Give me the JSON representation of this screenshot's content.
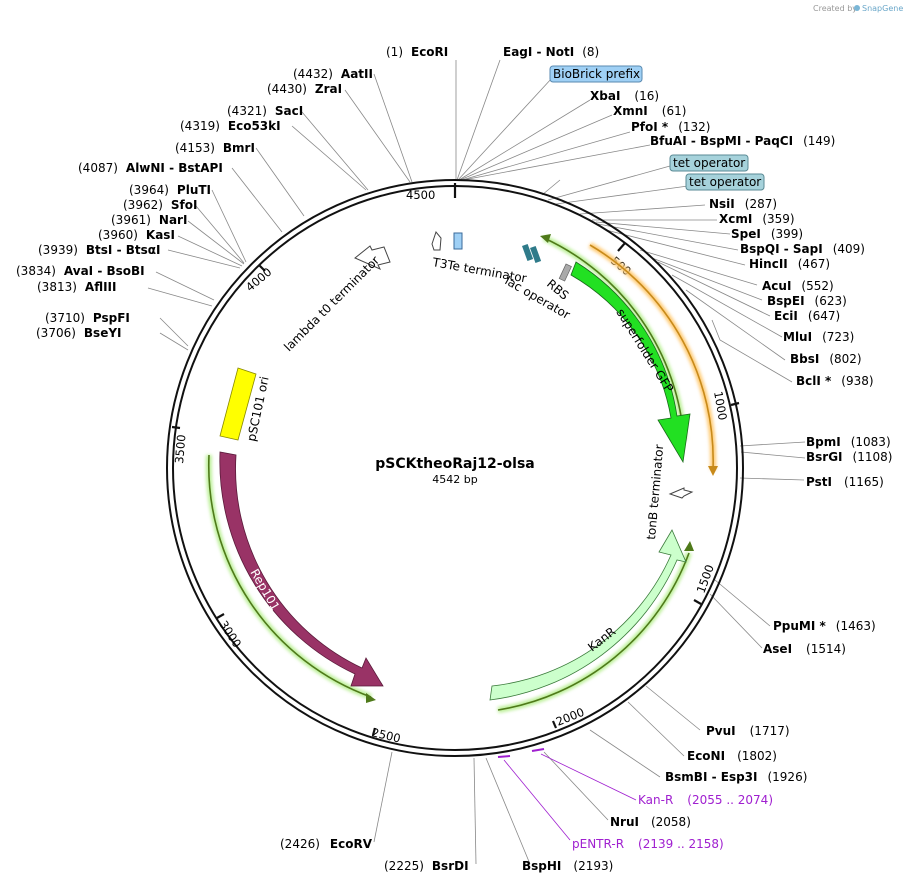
{
  "credit": {
    "prefix": "Created by",
    "brand": "SnapGene"
  },
  "plasmid": {
    "name": "pSCKtheoRaj12-olsa",
    "length": "4542 bp"
  },
  "ticks": [
    "500",
    "1000",
    "1500",
    "2000",
    "2500",
    "3000",
    "3500",
    "4000",
    "4500"
  ],
  "sites": [
    {
      "num": "(1)",
      "name": "EcoRI"
    },
    {
      "num": "(8)",
      "name": "EagI  -  NotI"
    },
    {
      "num": "(16)",
      "name": "XbaI"
    },
    {
      "num": "(61)",
      "name": "XmnI"
    },
    {
      "num": "(132)",
      "name": "PfoI *"
    },
    {
      "num": "(149)",
      "name": "BfuAI  -  BspMI  -  PaqCI"
    },
    {
      "num": "(287)",
      "name": "NsiI"
    },
    {
      "num": "(359)",
      "name": "XcmI"
    },
    {
      "num": "(399)",
      "name": "SpeI"
    },
    {
      "num": "(409)",
      "name": "BspQI  -  SapI"
    },
    {
      "num": "(467)",
      "name": "HincII"
    },
    {
      "num": "(552)",
      "name": "AcuI"
    },
    {
      "num": "(623)",
      "name": "BspEI"
    },
    {
      "num": "(647)",
      "name": "EciI"
    },
    {
      "num": "(723)",
      "name": "MluI"
    },
    {
      "num": "(802)",
      "name": "BbsI"
    },
    {
      "num": "(938)",
      "name": "BclI *"
    },
    {
      "num": "(1083)",
      "name": "BpmI"
    },
    {
      "num": "(1108)",
      "name": "BsrGI"
    },
    {
      "num": "(1165)",
      "name": "PstI"
    },
    {
      "num": "(1463)",
      "name": "PpuMI *"
    },
    {
      "num": "(1514)",
      "name": "AseI"
    },
    {
      "num": "(1717)",
      "name": "PvuI"
    },
    {
      "num": "(1802)",
      "name": "EcoNI"
    },
    {
      "num": "(1926)",
      "name": "BsmBI  -  Esp3I"
    },
    {
      "num": "(2058)",
      "name": "NruI"
    },
    {
      "num": "(2193)",
      "name": "BspHI"
    },
    {
      "num": "(2225)",
      "name": "BsrDI"
    },
    {
      "num": "(2426)",
      "name": "EcoRV"
    },
    {
      "num": "(3706)",
      "name": "BseYI"
    },
    {
      "num": "(3710)",
      "name": "PspFI"
    },
    {
      "num": "(3813)",
      "name": "AflIII"
    },
    {
      "num": "(3834)",
      "name": "AvaI  -  BsoBI"
    },
    {
      "num": "(3939)",
      "name": "BtsI  -  BtsαI"
    },
    {
      "num": "(3960)",
      "name": "KasI"
    },
    {
      "num": "(3961)",
      "name": "NarI"
    },
    {
      "num": "(3962)",
      "name": "SfoI"
    },
    {
      "num": "(3964)",
      "name": "PluTI"
    },
    {
      "num": "(4087)",
      "name": "AlwNI  -  BstAPI"
    },
    {
      "num": "(4153)",
      "name": "BmrI"
    },
    {
      "num": "(4319)",
      "name": "Eco53kI"
    },
    {
      "num": "(4321)",
      "name": "SacI"
    },
    {
      "num": "(4430)",
      "name": "ZraI"
    },
    {
      "num": "(4432)",
      "name": "AatII"
    }
  ],
  "primers": [
    {
      "name": "Kan-R",
      "range": "(2055 .. 2074)"
    },
    {
      "name": "pENTR-R",
      "range": "(2139 .. 2158)"
    }
  ],
  "boxed": {
    "biobrick": "BioBrick prefix",
    "tet1": "tet operator",
    "tet2": "tet operator"
  },
  "features": {
    "t3te": "T3Te terminator",
    "lac": "lac operator",
    "rbs": "RBS",
    "gfp": "superfolder GFP",
    "tonb": "tonB terminator",
    "kanr": "KanR",
    "rep": "Rep101",
    "ori": "pSC101 ori",
    "lambda": "lambda t0 terminator"
  },
  "colors": {
    "gfp": "#22e022",
    "kanr": "#ccffcc",
    "rep": "#993366",
    "ori": "#ffff00",
    "primer": "#a020d0",
    "orange": "#ffcc77",
    "teal": "#2f7b8a",
    "boxblue": "#9fd0f5",
    "boxteal": "#a6d2db"
  }
}
